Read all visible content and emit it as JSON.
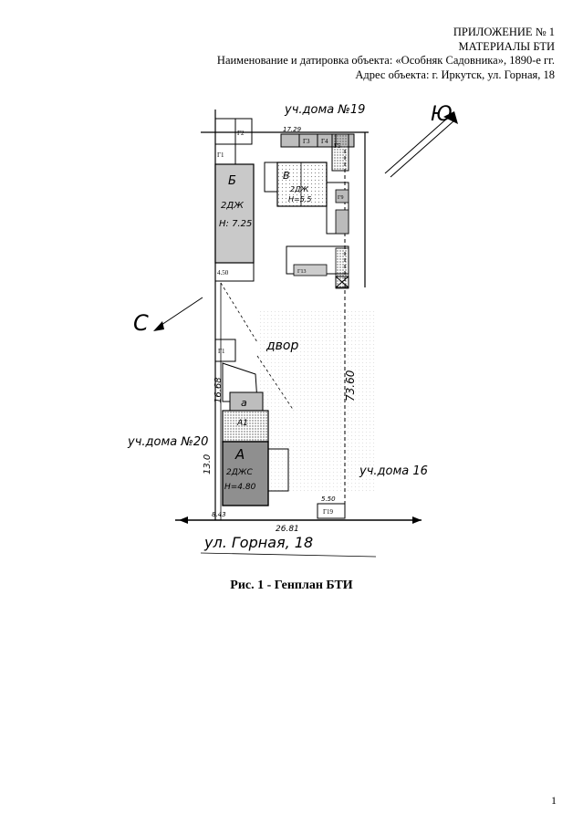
{
  "header": {
    "appendix": "ПРИЛОЖЕНИЕ № 1",
    "materials": "МАТЕРИАЛЫ БТИ",
    "object_name": "Наименование и датировка объекта: «Особняк Садовника», 1890-е гг.",
    "address": "Адрес объекта: г. Иркутск, ул. Горная, 18"
  },
  "plan": {
    "labels": {
      "top_street": "уч.дома №19",
      "south": "Ю",
      "north": "С",
      "yard": "двор",
      "left_lot": "уч.дома №20",
      "right_lot": "уч.дома 16",
      "bottom_street": "ул. Горная, 18",
      "bldg_B_letter": "Б",
      "bldg_B_type": "2ДЖ",
      "bldg_B_h": "Н: 7.25",
      "bldg_V_letter": "В",
      "bldg_V_type": "2ДЖ",
      "bldg_V_h": "Н=5.5",
      "bldg_A_letter": "А",
      "bldg_A_type": "2ДЖС",
      "bldg_A_h": "Н=4.80",
      "bldg_A1": "А1",
      "bldg_a": "а",
      "g1": "Г1",
      "g2": "Г2",
      "g3": "Г3",
      "g4": "Г4",
      "g5": "Г5",
      "g9": "Г9",
      "g19": "Г19",
      "g13": "Г13",
      "d1": "73.60",
      "d2": "13.0",
      "d3": "26.81",
      "d4": "8.43",
      "d5": "5.50",
      "d6": "17.29",
      "d7": "16.68",
      "d8": "4.50"
    }
  },
  "caption": "Рис. 1 - Генплан БТИ",
  "page_number": "1"
}
